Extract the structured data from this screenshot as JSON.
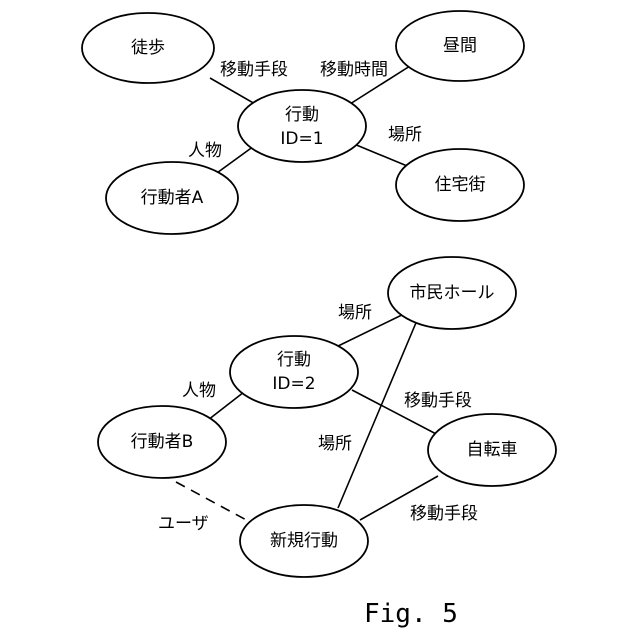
{
  "figure": {
    "caption": "Fig. 5"
  },
  "diagram1": {
    "nodes": {
      "action1": {
        "line1": "行動",
        "line2": "ID=1"
      },
      "walk": {
        "label": "徒歩"
      },
      "daytime": {
        "label": "昼間"
      },
      "actor_a": {
        "label": "行動者A"
      },
      "residential": {
        "label": "住宅街"
      }
    },
    "edges": {
      "means": {
        "label": "移動手段"
      },
      "time": {
        "label": "移動時間"
      },
      "person": {
        "label": "人物"
      },
      "place": {
        "label": "場所"
      }
    }
  },
  "diagram2": {
    "nodes": {
      "action2": {
        "line1": "行動",
        "line2": "ID=2"
      },
      "city_hall": {
        "label": "市民ホール"
      },
      "actor_b": {
        "label": "行動者B"
      },
      "bicycle": {
        "label": "自転車"
      },
      "new_action": {
        "label": "新規行動"
      }
    },
    "edges": {
      "place_action": {
        "label": "場所"
      },
      "person": {
        "label": "人物"
      },
      "means_action": {
        "label": "移動手段"
      },
      "place_new": {
        "label": "場所"
      },
      "user": {
        "label": "ユーザ"
      },
      "means_new": {
        "label": "移動手段"
      }
    }
  }
}
